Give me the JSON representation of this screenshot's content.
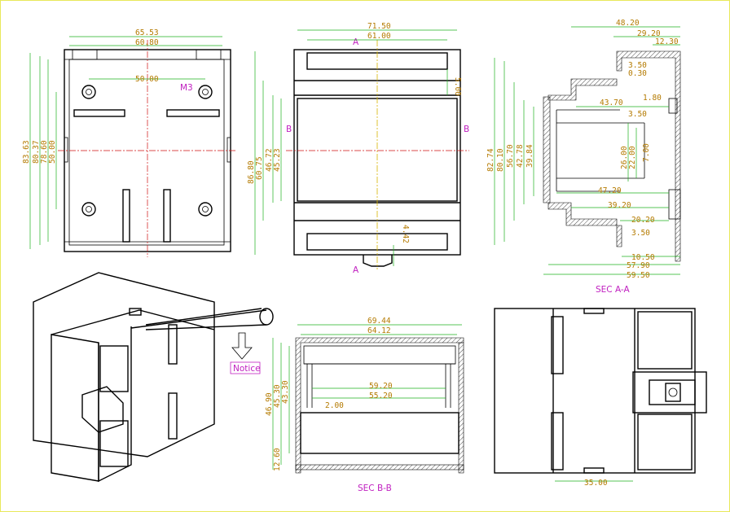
{
  "front_view": {
    "width_outer": "65.53",
    "width_inner": "60.80",
    "hole_spacing": "50.00",
    "hole_label": "M3",
    "heights": [
      "83.63",
      "80.37",
      "78.60",
      "50.00"
    ]
  },
  "side_view": {
    "width_outer": "71.50",
    "width_inner": "61.00",
    "section_a": "A",
    "section_b": "B",
    "heights": [
      "86.80",
      "60.75",
      "46.72",
      "45.23"
    ],
    "top_offset": "5.00",
    "clip_height": "4.42"
  },
  "section_aa": {
    "widths_top": [
      "48.20",
      "29.20",
      "12.30"
    ],
    "small_dims": [
      "3.50",
      "0.30",
      "1.80",
      "3.50"
    ],
    "depth_43": "43.70",
    "heights": [
      "82.74",
      "80.10",
      "56.70",
      "42.78",
      "39.84"
    ],
    "inner_vertical": [
      "26.00",
      "22.00",
      "7.00"
    ],
    "depth_47": "47.20",
    "depth_39": "39.20",
    "depth_20": "20.20",
    "small_bottom": "3.50",
    "width_10": "10.50",
    "width_57": "57.90",
    "width_59": "59.50",
    "caption": "SEC A-A"
  },
  "section_bb": {
    "widths": [
      "69.44",
      "64.12",
      "59.20",
      "55.20",
      "2.00"
    ],
    "heights": [
      "46.90",
      "45.30",
      "43.30",
      "12.60"
    ],
    "caption": "SEC B-B"
  },
  "back_view": {
    "width": "35.00"
  },
  "iso_view": {
    "notice": "Notice"
  }
}
